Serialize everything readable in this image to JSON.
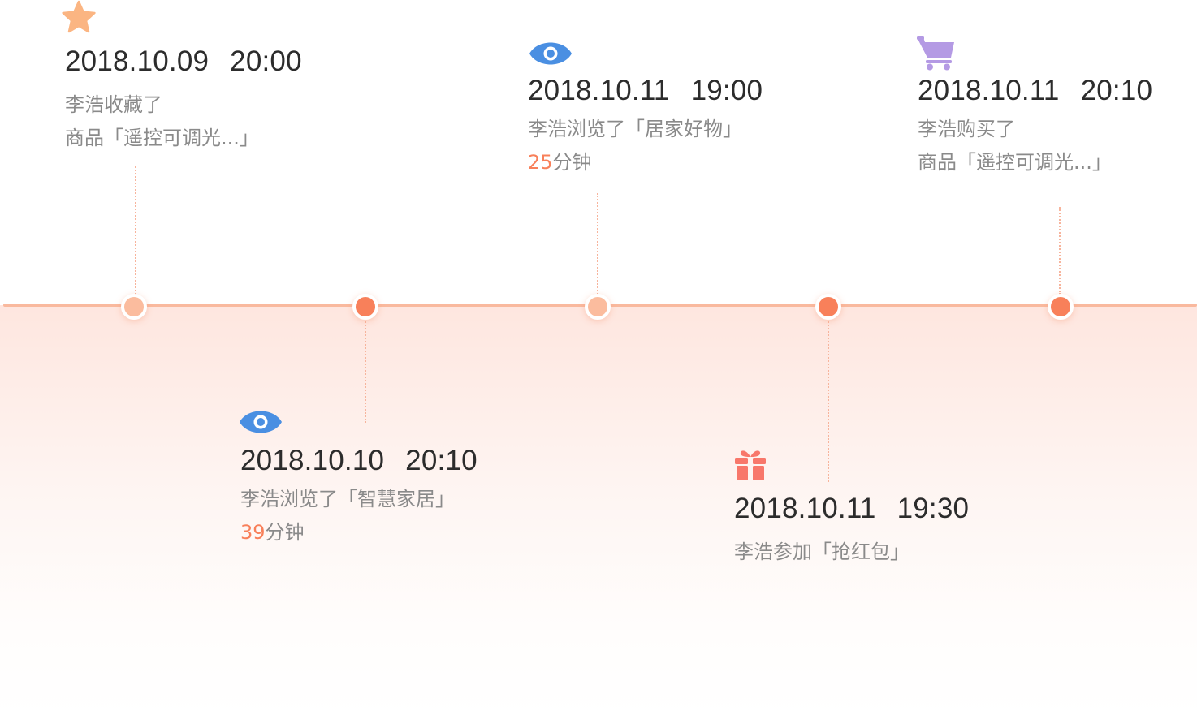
{
  "colors": {
    "axis": "#f9b99e",
    "node_light": "#fbbc9e",
    "node_dark": "#f8805a",
    "date_text": "#2c2c2c",
    "desc_text": "#8a8a8a",
    "highlight": "#f8805a",
    "star_icon": "#fbb582",
    "eye_icon": "#4a8fe2",
    "cart_icon": "#b49ae4",
    "gift_icon": "#f8776a"
  },
  "events": [
    {
      "icon": "star-icon",
      "date": "2018.10.09",
      "time": "20:00",
      "line1": "李浩收藏了",
      "line2": "商品「遥控可调光...」"
    },
    {
      "icon": "eye-icon",
      "date": "2018.10.10",
      "time": "20:10",
      "line1": "李浩浏览了「智慧家居」",
      "duration_value": "39",
      "duration_unit": "分钟"
    },
    {
      "icon": "eye-icon",
      "date": "2018.10.11",
      "time": "19:00",
      "line1": "李浩浏览了「居家好物」",
      "duration_value": "25",
      "duration_unit": "分钟"
    },
    {
      "icon": "gift-icon",
      "date": "2018.10.11",
      "time": "19:30",
      "line1": "李浩参加「抢红包」"
    },
    {
      "icon": "cart-icon",
      "date": "2018.10.11",
      "time": "20:10",
      "line1": "李浩购买了",
      "line2": "商品「遥控可调光...」"
    }
  ]
}
